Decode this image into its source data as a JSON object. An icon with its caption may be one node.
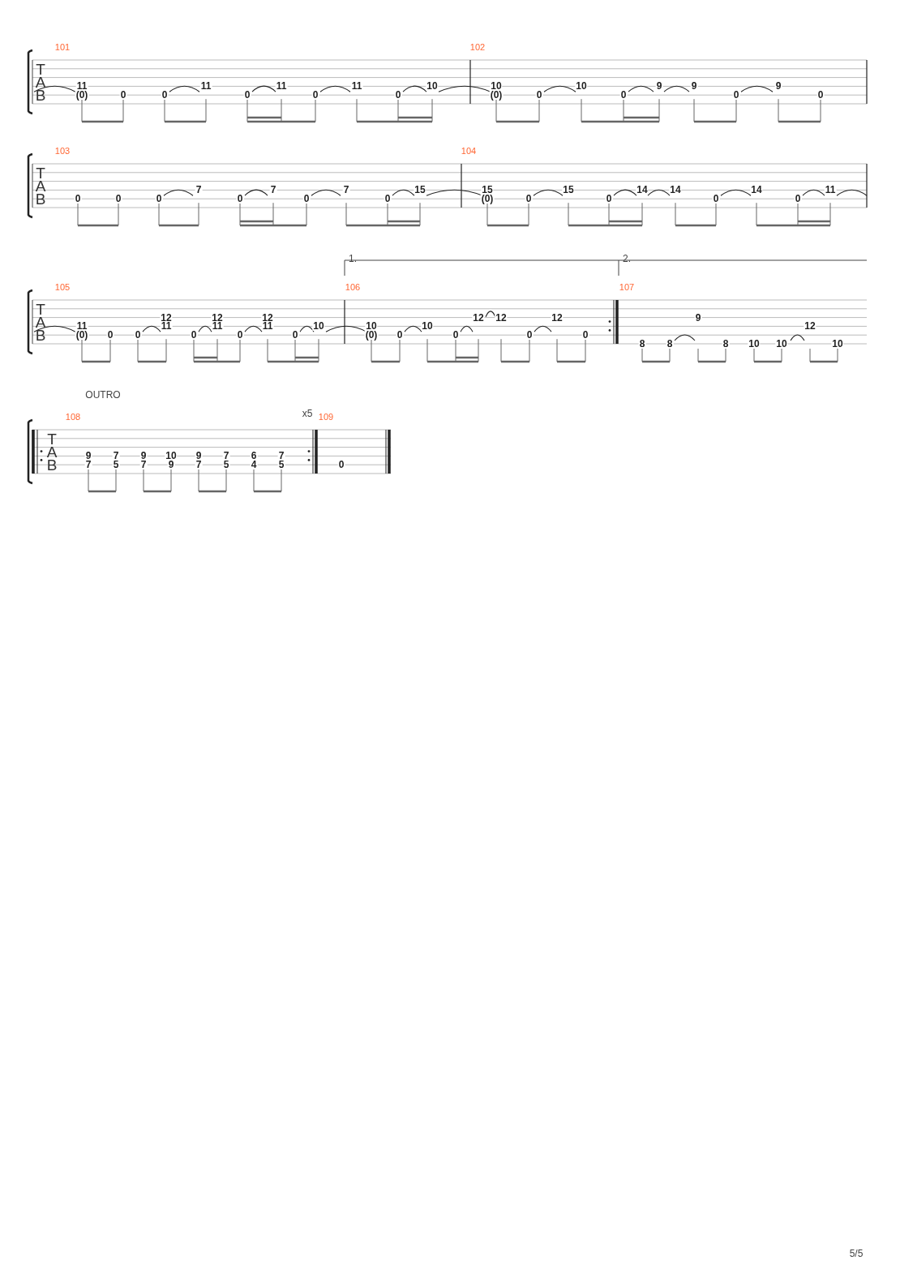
{
  "diagram": {
    "labels": [
      "101",
      "T",
      "A",
      "B",
      "11",
      "(0)",
      "0",
      "0",
      "11",
      "0",
      "11",
      "0",
      "11",
      "0",
      "10",
      "102",
      "10",
      "(0)",
      "0",
      "10",
      "0",
      "9",
      "9",
      "0",
      "9",
      "0",
      "103",
      "T",
      "A",
      "B",
      "0",
      "0",
      "0",
      "7",
      "0",
      "7",
      "0",
      "7",
      "0",
      "15",
      "104",
      "15",
      "(0)",
      "0",
      "15",
      "0",
      "14",
      "14",
      "0",
      "14",
      "0",
      "11",
      "1.",
      "2.",
      "105",
      "T",
      "A",
      "B",
      "11",
      "(0)",
      "0",
      "0",
      "12",
      "11",
      "0",
      "12",
      "11",
      "0",
      "12",
      "11",
      "0",
      "10",
      "106",
      "10",
      "(0)",
      "0",
      "10",
      "0",
      "12",
      "12",
      "0",
      "12",
      "0",
      "107",
      "8",
      "8",
      "9",
      "8",
      "10",
      "10",
      "12",
      "10",
      "OUTRO",
      "108",
      "x5",
      "109",
      "T",
      "A",
      "B",
      "9",
      "7",
      "7",
      "5",
      "9",
      "7",
      "10",
      "9",
      "9",
      "7",
      "7",
      "5",
      "6",
      "4",
      "7",
      "5",
      "0",
      "5/5"
    ]
  }
}
